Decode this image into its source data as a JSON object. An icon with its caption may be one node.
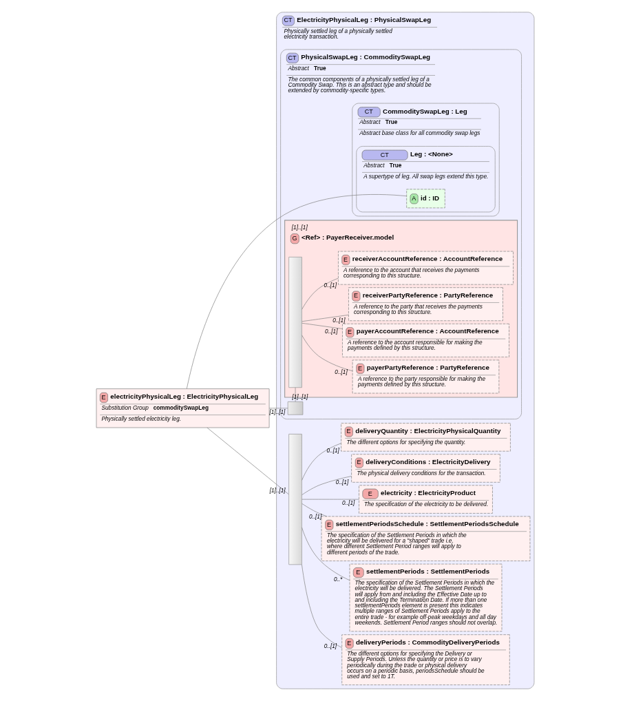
{
  "diagram": {
    "nodes": [
      {
        "text": [
          "E",
          "electricityPhysicalLeg : ElectricityPhysicalLeg",
          "Substitution Group",
          "commoditySwapLeg",
          "Physically settled electricity leg."
        ]
      },
      {
        "text": [
          "CT",
          "ElectricityPhysicalLeg : PhysicalSwapLeg",
          "Physically settled leg of a physically settled electricity transaction."
        ]
      },
      {
        "text": [
          "CT",
          "PhysicalSwapLeg : CommoditySwapLeg",
          "Abstract",
          "True",
          "The common components of a physically settled leg of a Commodity Swap. This is an abstract type and should be extended by commodity-specific types."
        ],
        "in": 1
      },
      {
        "text": [
          "CT",
          "CommoditySwapLeg : Leg",
          "Abstract",
          "True",
          "Abstract base class for all commodity swap legs"
        ],
        "in": 2
      },
      {
        "text": [
          "CT",
          "Leg : <None>",
          "Abstract",
          "True",
          "A supertype of leg. All swap legs extend this type."
        ],
        "in": 3
      },
      {
        "text": [
          "A",
          "id : ID"
        ],
        "in": 4
      },
      {
        "text": [],
        "shape": "box",
        "in": 2
      },
      {
        "text": [
          "G",
          "<Ref> : PayerReceiver.model"
        ],
        "beside": [
          "[1]..[1]"
        ],
        "in": 2
      },
      {
        "text": [],
        "shape": "bar",
        "in": 7
      },
      {
        "text": [
          "E",
          "payerPartyReference : PartyReference",
          "A reference to the party responsible for making the payments defined by this structure."
        ],
        "in": 7
      },
      {
        "text": [
          "E",
          "payerAccountReference : AccountReference",
          "A reference to the account responsible for making the payments defined by this structure."
        ],
        "in": 7
      },
      {
        "text": [
          "E",
          "receiverPartyReference : PartyReference",
          "A reference to the party that receives the payments corresponding to this structure."
        ],
        "in": 7
      },
      {
        "text": [
          "E",
          "receiverAccountReference : AccountReference",
          "A reference to the account that receives the payments corresponding to this structure."
        ],
        "in": 7
      },
      {
        "text": [],
        "shape": "bar",
        "in": 1
      },
      {
        "text": [
          "E",
          "deliveryPeriods : CommodityDeliveryPeriods",
          "The different options for specifying the Delivery or Supply Periods. Unless the quantity or price is to vary periodically during the trade or physical delivery occurs on a periodic basis, periodsSchedule should be used and set to 1T."
        ],
        "in": 1
      },
      {
        "text": [
          "E",
          "settlementPeriods : SettlementPeriods",
          "The specification of the Settlement Periods in which the electricity will be delivered. The Settlement Periods will apply from and including the Effective Date up to and including the Termination Date. If more than one settlementPeriods element is present this indicates multiple ranges of Settlement Periods apply to the entire trade - for example off-peak weekdays and all day weekends. Settlement Period ranges should not overlap."
        ],
        "in": 1
      },
      {
        "text": [
          "E",
          "settlementPeriodsSchedule : SettlementPeriodsSchedule",
          "The specification of the Settlement Periods in which the electricity will be delivered for a \"shaped\" trade i.e. where different Settlement Period ranges will apply to different periods of the trade."
        ],
        "in": 1
      },
      {
        "text": [
          "E",
          "electricity : ElectricityProduct",
          "The specification of the electricity to be delivered."
        ],
        "in": 1
      },
      {
        "text": [
          "E",
          "deliveryConditions : ElectricityDelivery",
          "The physical delivery conditions for the transaction."
        ],
        "in": 1
      },
      {
        "text": [
          "E",
          "deliveryQuantity : ElectricityPhysicalQuantity",
          "The different options for specifying the quantity."
        ],
        "in": 1
      }
    ],
    "edges": [
      {
        "from": 0,
        "to": 5,
        "arrow": "none"
      },
      {
        "from": 0,
        "to": 6,
        "arrow": "none",
        "label": "[1]..[1]"
      },
      {
        "from": 6,
        "to": 8,
        "arrow": "none",
        "label": "[1]..[1]"
      },
      {
        "from": 8,
        "to": 9,
        "arrow": "none",
        "label": "0..[1]"
      },
      {
        "from": 8,
        "to": 10,
        "arrow": "none",
        "label": "0..[1]"
      },
      {
        "from": 8,
        "to": 11,
        "arrow": "none",
        "label": "0..[1]"
      },
      {
        "from": 8,
        "to": 12,
        "arrow": "none",
        "label": "0..[1]"
      },
      {
        "from": 0,
        "to": 13,
        "arrow": "none",
        "label": "[1]..[1]"
      },
      {
        "from": 13,
        "to": 14,
        "arrow": "none",
        "label": "0..[1]"
      },
      {
        "from": 13,
        "to": 15,
        "arrow": "none",
        "label": "0..*"
      },
      {
        "from": 13,
        "to": 16,
        "arrow": "none",
        "label": "0..[1]"
      },
      {
        "from": 13,
        "to": 17,
        "arrow": "none",
        "label": "0..[1]"
      },
      {
        "from": 13,
        "to": 18,
        "arrow": "none",
        "label": "0..[1]"
      },
      {
        "from": 13,
        "to": 19,
        "arrow": "none",
        "label": "0..[1]"
      }
    ]
  }
}
